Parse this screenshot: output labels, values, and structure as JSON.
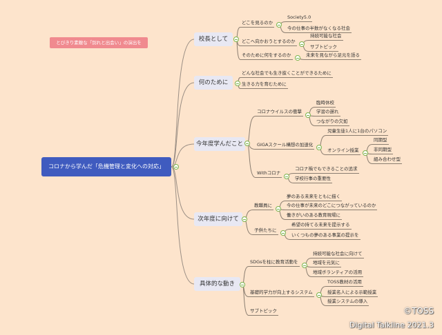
{
  "note": "とびきり素敵な「別れと出会い」の演出を",
  "central": "コロナから学んだ「危機管理と変化への対応」",
  "main": {
    "principal": {
      "label": "校長として",
      "where_look": "どこを見るのか",
      "society5": "Society5.0",
      "half_jobs": "今の仕事の半数がなくなる社会",
      "where_go": "どこへ向かおうとするのか",
      "sustainable": "持続可能な社会",
      "subtopic": "サブトピック",
      "what_do": "そのために何をするのか",
      "talk_future": "未来を見ながら足元を語る"
    },
    "purpose": {
      "label": "何のために",
      "survive": "どんな社会でも生き抜くことができるために",
      "zest": "生きる力を育むために"
    },
    "learned": {
      "label": "今年度学んだこと",
      "corona_shock": "コロナウイルスの衝撃",
      "closure": "臨時休校",
      "delay": "学習の遅れ",
      "disconnect": "つながりの欠如",
      "giga": "GIGAスクール構想の加速化",
      "one_pc": "児童生徒1人に1台のパソコン",
      "online": "オンライン授業",
      "sync": "同期型",
      "async": "非同期型",
      "hybrid": "組み合わせ型",
      "with_corona": "Withコロナ",
      "pursuit": "コロナ禍でもできることの追求",
      "events": "学校行事の重要性"
    },
    "next_year": {
      "label": "次年度に向けて",
      "staff": "教職員に",
      "dream": "夢のある未来をともに描く",
      "connect": "今の仕事が未来のどこにつながっているのか",
      "workplace": "働きがいのある教育現場に",
      "children": "子供たちに",
      "hope": "希望の持てる未来を提示する",
      "projects": "いくつもの夢のある事業の提示を"
    },
    "actions": {
      "label": "具体的な動き",
      "sdgs": "SDGsを柱に教育活動を",
      "toward": "持続可能な社会に向けて",
      "region": "地域を元気に",
      "volunteer": "地域ボランティアの活用",
      "basic": "基礎的学力が向上するシステム",
      "toss": "TOSS教材の活用",
      "master": "授業名人による示範授業",
      "system": "授業システムの導入",
      "subtopic": "サブトピック"
    }
  },
  "footer": {
    "copyright": "©TOSS",
    "brand": "Digital Talkline 2021.3"
  }
}
